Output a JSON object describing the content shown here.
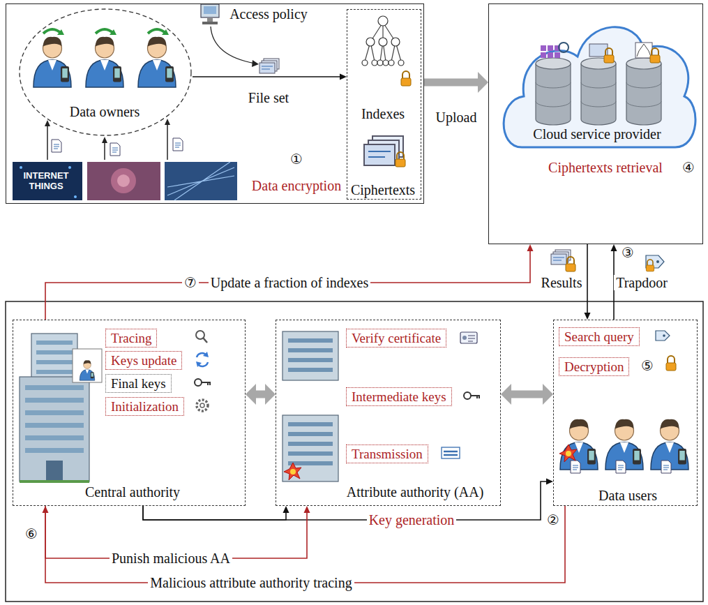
{
  "diagram": {
    "nodes": [
      {
        "text": [
          "①",
          "Data encryption"
        ]
      },
      {
        "text": [
          "Data owners"
        ],
        "in": 0
      },
      {
        "text": [
          "Indexes",
          "Ciphertexts"
        ],
        "in": 0
      },
      {
        "text": [
          "Ciphertexts retrieval",
          "④"
        ]
      },
      {
        "text": [
          "Cloud service provider"
        ],
        "in": 3
      },
      {
        "text": [
          "Central authority"
        ]
      },
      {
        "text": [
          "Tracing"
        ],
        "in": 5
      },
      {
        "text": [
          "Keys update"
        ],
        "in": 5
      },
      {
        "text": [
          "Final keys"
        ],
        "in": 5
      },
      {
        "text": [
          "Initialization"
        ],
        "in": 5
      },
      {
        "text": [
          "Attribute authority (AA)"
        ]
      },
      {
        "text": [
          "Verify certificate"
        ],
        "in": 10
      },
      {
        "text": [
          "Intermediate keys"
        ],
        "in": 10
      },
      {
        "text": [
          "Transmission"
        ],
        "in": 10
      },
      {
        "text": [
          "Data users"
        ]
      },
      {
        "text": [
          "Search query"
        ],
        "in": 14
      },
      {
        "text": [
          "Decryption"
        ],
        "in": 14
      }
    ],
    "edges": [
      {
        "from": 1,
        "to": 2,
        "label": "File set",
        "arrow": "to"
      },
      {
        "from": 0,
        "to": 3,
        "label": "Upload",
        "arrow": "to"
      },
      {
        "from": 3,
        "to": 14,
        "label": "Results",
        "arrow": "to"
      },
      {
        "from": 14,
        "to": 3,
        "label": "Trapdoor",
        "arrow": "to"
      },
      {
        "from": 5,
        "to": 3,
        "label": "Update a fraction of indexes",
        "arrow": "to"
      },
      {
        "from": 5,
        "to": 10,
        "arrow": "both"
      },
      {
        "from": 10,
        "to": 14,
        "arrow": "both"
      },
      {
        "from": 5,
        "to": 14,
        "label": "Key generation",
        "arrow": "to"
      },
      {
        "from": 5,
        "to": 10,
        "arrow": "to"
      },
      {
        "from": 5,
        "to": 10,
        "label": "Punish malicious AA",
        "arrow": "to"
      },
      {
        "from": 14,
        "to": 5,
        "label": "Malicious attribute authority tracing",
        "arrow": "to"
      }
    ],
    "labels": [
      "Access policy",
      "INTERNET THINGS",
      "③",
      "⑦",
      "②",
      "⑤",
      "⑥"
    ]
  }
}
